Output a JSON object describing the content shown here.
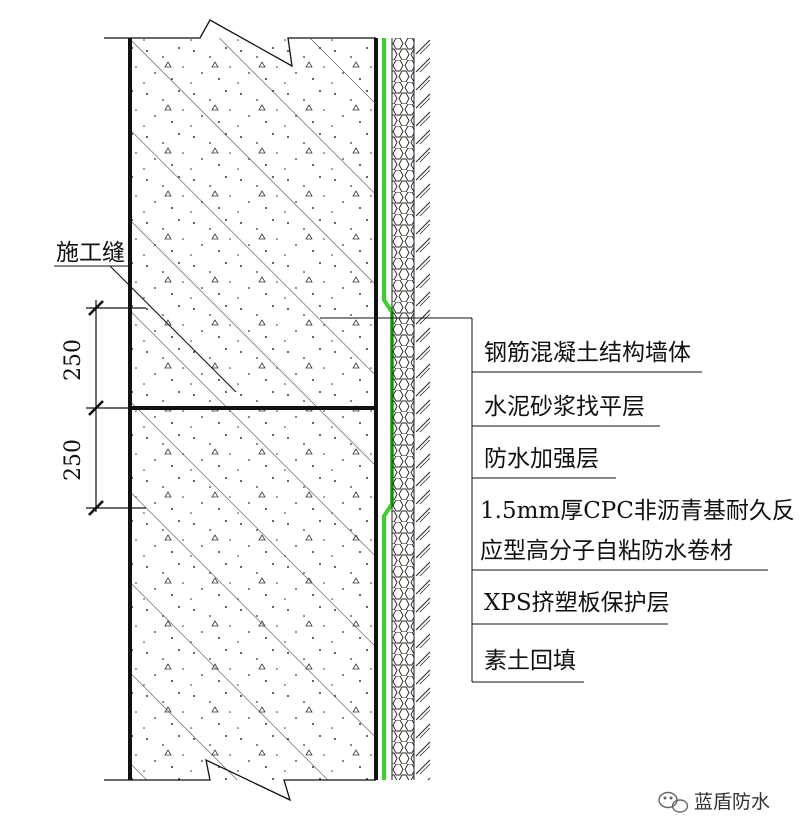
{
  "labels": {
    "joint": "施工缝",
    "dim_upper": "250",
    "dim_lower": "250",
    "layers": [
      "钢筋混凝土结构墙体",
      "水泥砂浆找平层",
      "防水加强层",
      "1.5mm厚CPC非沥青基耐久反",
      "应型高分子自粘防水卷材",
      "XPS挤塑板保护层",
      "素土回填"
    ]
  },
  "watermark": {
    "icon": "wechat-icon",
    "text": "蓝盾防水"
  },
  "colors": {
    "line": "#111111",
    "membrane": "#39d12a",
    "background": "#ffffff"
  }
}
